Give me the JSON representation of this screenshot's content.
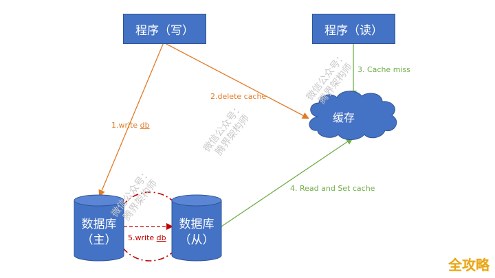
{
  "nodes": {
    "program_write": "程序（写）",
    "program_read": "程序（读）",
    "cache": "缓存",
    "db_master_line1": "数据库",
    "db_master_line2": "（主）",
    "db_slave_line1": "数据库",
    "db_slave_line2": "（从）"
  },
  "edges": {
    "write_db_prefix": "1.write ",
    "write_db_suffix": "db",
    "delete_cache": "2.delete cache",
    "cache_miss": "3. Cache miss",
    "read_set_cache": "4. Read and Set cache",
    "replicate_prefix": "5.write ",
    "replicate_suffix": "db"
  },
  "watermark": {
    "line1": "微信公众号：",
    "line2": "腾界架构师"
  },
  "corner_logo": "全攻略",
  "colors": {
    "box_fill": "#4472c4",
    "orange_arrow": "#e07b27",
    "green_arrow": "#70ad47",
    "red_accent": "#c00000"
  }
}
